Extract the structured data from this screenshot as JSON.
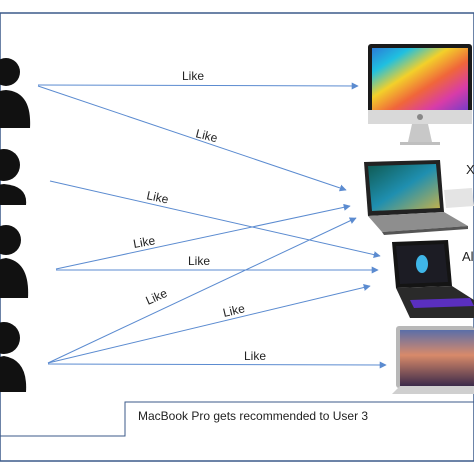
{
  "edge_label": "Like",
  "caption": "MacBook Pro gets recommended to User 3",
  "partial_text": "Al",
  "partial_mark": "X",
  "colors": {
    "frame": "#3b5a8a",
    "arrow": "#5b8bd0",
    "user": "#111111",
    "text": "#222222"
  },
  "users": [
    {
      "name": "user-1"
    },
    {
      "name": "user-2"
    },
    {
      "name": "user-3"
    },
    {
      "name": "user-4"
    }
  ],
  "products": [
    {
      "name": "imac",
      "icon": "desktop-computer-icon"
    },
    {
      "name": "xps-laptop",
      "icon": "laptop-icon"
    },
    {
      "name": "alienware-laptop",
      "icon": "gaming-laptop-icon"
    },
    {
      "name": "macbook-pro",
      "icon": "laptop-icon"
    }
  ]
}
